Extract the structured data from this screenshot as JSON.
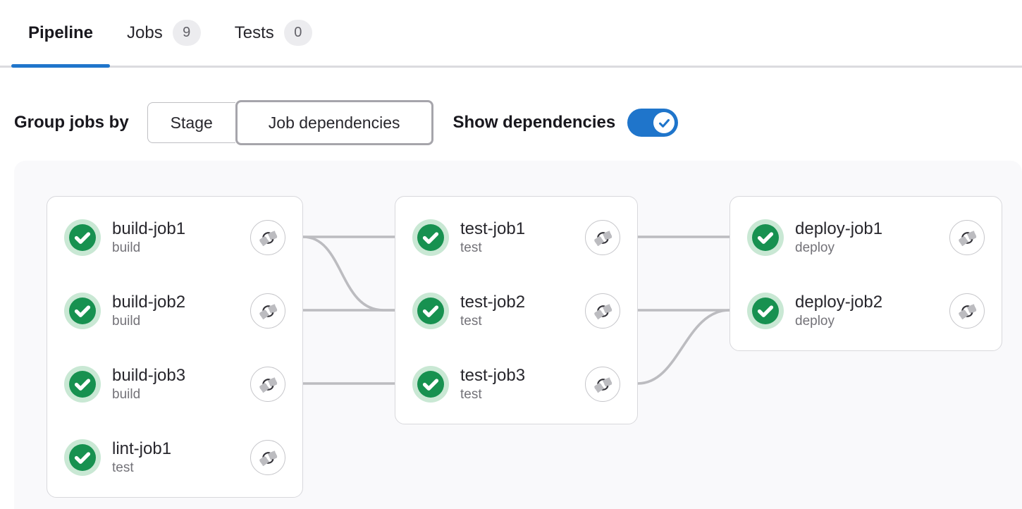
{
  "tabs": {
    "pipeline": {
      "label": "Pipeline",
      "active": true
    },
    "jobs": {
      "label": "Jobs",
      "badge": "9",
      "active": false
    },
    "tests": {
      "label": "Tests",
      "badge": "0",
      "active": false
    }
  },
  "controls": {
    "group_jobs_by_label": "Group jobs by",
    "stage_button_label": "Stage",
    "job_dependencies_button_label": "Job dependencies",
    "selected_grouping": "Job dependencies",
    "show_dependencies_label": "Show dependencies",
    "show_dependencies_enabled": true
  },
  "graph": {
    "columns": [
      {
        "jobs": [
          {
            "name": "build-job1",
            "stage": "build",
            "status": "success"
          },
          {
            "name": "build-job2",
            "stage": "build",
            "status": "success"
          },
          {
            "name": "build-job3",
            "stage": "build",
            "status": "success"
          },
          {
            "name": "lint-job1",
            "stage": "test",
            "status": "success"
          }
        ]
      },
      {
        "jobs": [
          {
            "name": "test-job1",
            "stage": "test",
            "status": "success"
          },
          {
            "name": "test-job2",
            "stage": "test",
            "status": "success"
          },
          {
            "name": "test-job3",
            "stage": "test",
            "status": "success"
          }
        ]
      },
      {
        "jobs": [
          {
            "name": "deploy-job1",
            "stage": "deploy",
            "status": "success"
          },
          {
            "name": "deploy-job2",
            "stage": "deploy",
            "status": "success"
          }
        ]
      }
    ],
    "links": [
      {
        "from": "build-job1",
        "to": "test-job1"
      },
      {
        "from": "build-job1",
        "to": "test-job2"
      },
      {
        "from": "build-job2",
        "to": "test-job2"
      },
      {
        "from": "build-job3",
        "to": "test-job3"
      },
      {
        "from": "test-job1",
        "to": "deploy-job1"
      },
      {
        "from": "test-job2",
        "to": "deploy-job2"
      },
      {
        "from": "test-job3",
        "to": "deploy-job2"
      }
    ]
  },
  "colors": {
    "accent_blue": "#1f75cb",
    "success_green": "#179150",
    "success_ring_green": "#c9e8d4",
    "link_gray": "#bcbcc0",
    "badge_bg": "#ececef",
    "panel_bg": "#f9f9fb"
  }
}
